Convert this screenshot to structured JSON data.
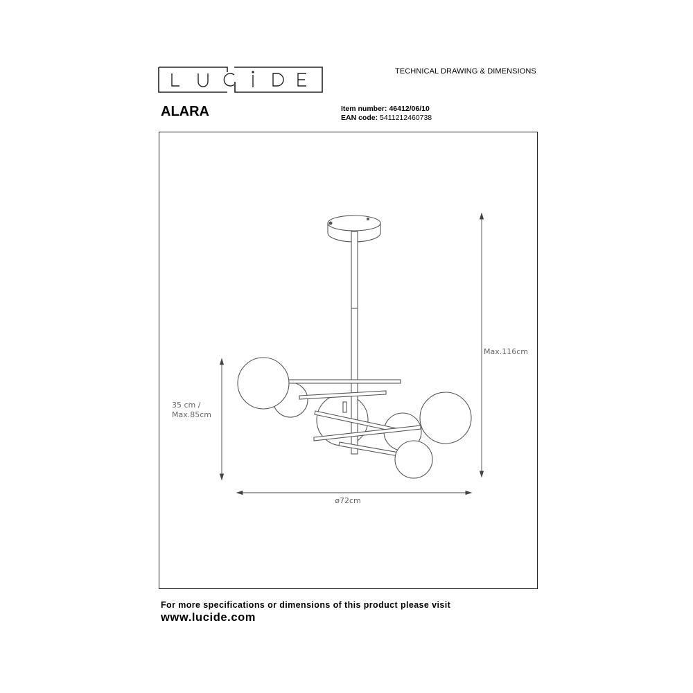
{
  "header": {
    "brand": "LUCIDE",
    "doc_type": "TECHNICAL DRAWING & DIMENSIONS",
    "product_name": "ALARA",
    "item_number_label": "Item number:",
    "item_number": "46412/06/10",
    "ean_label": "EAN code:",
    "ean": "5411212460738"
  },
  "drawing": {
    "height_total": "Max.116cm",
    "height_body_line1": "35 cm /",
    "height_body_line2": "Max.85cm",
    "diameter": "ø72cm"
  },
  "footer": {
    "text": "For more specifications or dimensions of this product please visit",
    "url": "www.lucide.com"
  }
}
